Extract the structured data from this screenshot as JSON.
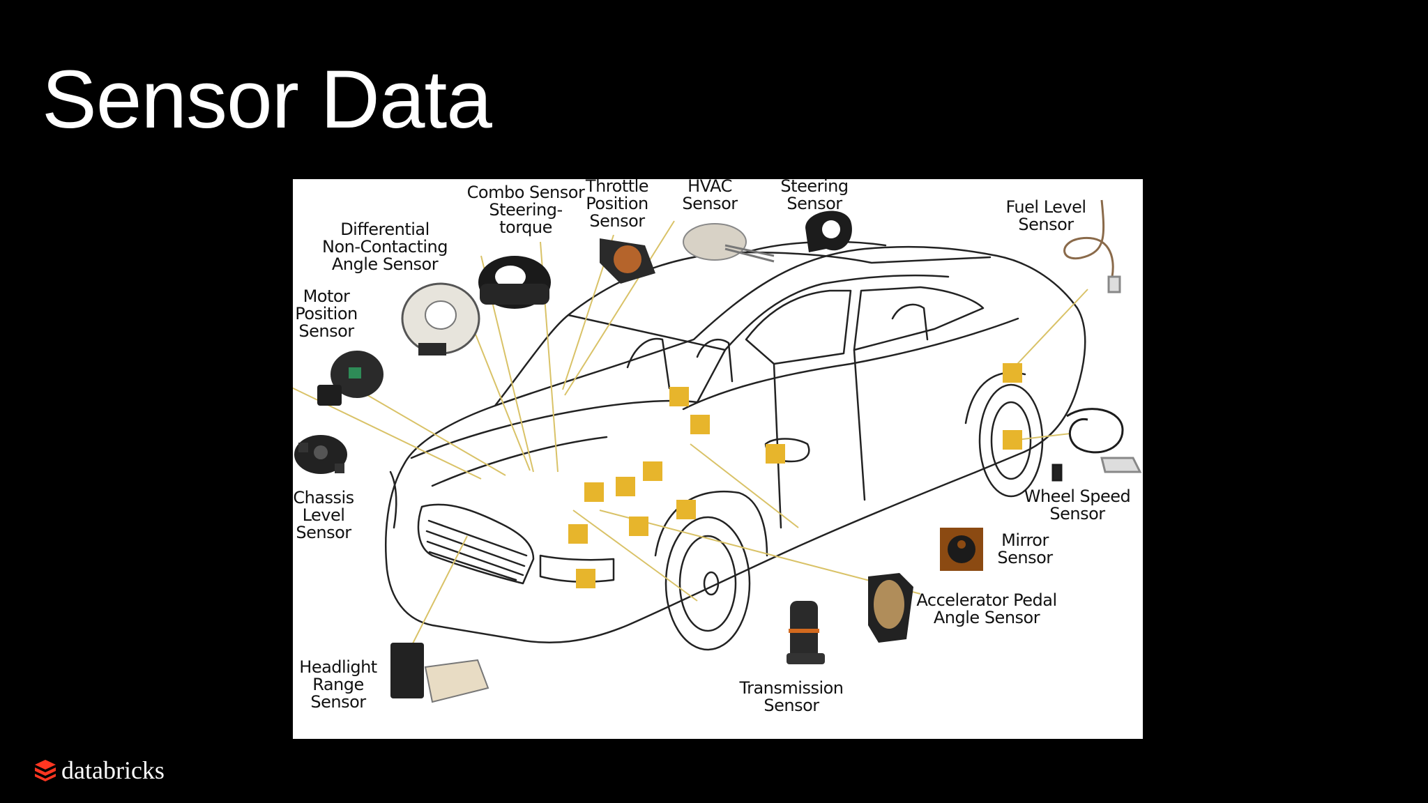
{
  "slide": {
    "title": "Sensor Data"
  },
  "diagram": {
    "labels": [
      {
        "id": "combo",
        "lines": [
          "Combo Sensor",
          "Steering-",
          "torque"
        ]
      },
      {
        "id": "throttle",
        "lines": [
          "Throttle",
          "Position",
          "Sensor"
        ]
      },
      {
        "id": "hvac",
        "lines": [
          "HVAC",
          "Sensor"
        ]
      },
      {
        "id": "steering",
        "lines": [
          "Steering",
          "Sensor"
        ]
      },
      {
        "id": "fuel",
        "lines": [
          "Fuel Level",
          "Sensor"
        ]
      },
      {
        "id": "differential",
        "lines": [
          "Differential",
          "Non-Contacting",
          "Angle Sensor"
        ]
      },
      {
        "id": "motor",
        "lines": [
          "Motor",
          "Position",
          "Sensor"
        ]
      },
      {
        "id": "chassis",
        "lines": [
          "Chassis",
          "Level",
          "Sensor"
        ]
      },
      {
        "id": "wheel",
        "lines": [
          "Wheel Speed",
          "Sensor"
        ]
      },
      {
        "id": "mirror",
        "lines": [
          "Mirror",
          "Sensor"
        ]
      },
      {
        "id": "accelerator",
        "lines": [
          "Accelerator Pedal",
          "Angle Sensor"
        ]
      },
      {
        "id": "headlight",
        "lines": [
          "Headlight",
          "Range",
          "Sensor"
        ]
      },
      {
        "id": "transmission",
        "lines": [
          "Transmission",
          "Sensor"
        ]
      }
    ],
    "colors": {
      "marker": "#E7B52C",
      "leader": "#D9C267",
      "outline": "#222222",
      "background": "#FFFFFF"
    }
  },
  "footer": {
    "logo_text": "databricks",
    "logo_color": "#FF3621"
  }
}
